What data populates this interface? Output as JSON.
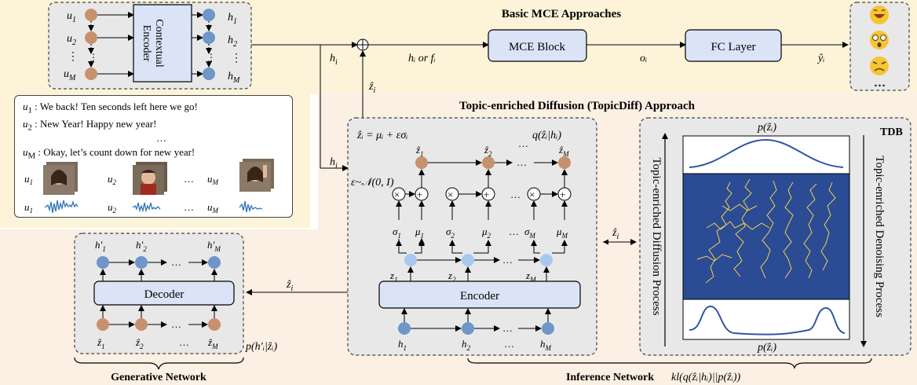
{
  "titles": {
    "basic": "Basic MCE Approaches",
    "topicdiff": "Topic-enriched Diffusion (TopicDiff) Approach",
    "generative": "Generative Network",
    "inference": "Inference Network",
    "tdb": "TDB"
  },
  "blocks": {
    "contextual_encoder_line1": "Contextual",
    "contextual_encoder_line2": "Encoder",
    "mce": "MCE Block",
    "fc": "FC Layer",
    "encoder": "Encoder",
    "decoder": "Decoder"
  },
  "side_labels": {
    "diffusion": "Topic-enriched Diffusion Process",
    "denoising": "Topic-enriched Denoising Process"
  },
  "utterances": [
    {
      "speaker": "u",
      "sub": "1",
      "text": " : We back! Ten seconds left here we go!"
    },
    {
      "speaker": "u",
      "sub": "2",
      "text": " : New Year! Happy new year!"
    },
    {
      "speaker": "u",
      "sub": "M",
      "text": " : Okay, let’s count down for new year!"
    }
  ],
  "ellipsis": "…",
  "equations": {
    "reparam": "ẑᵢ = μᵢ + εσᵢ",
    "posterior": "q(ẑᵢ|hᵢ)",
    "noise": "ε~𝒩(0, I)",
    "prior_top": "p(ẑᵢ)",
    "prior_bottom": "p(ẑᵢ)",
    "likelihood": "p(h′ᵢ|ẑᵢ)",
    "kl": "kl(q(ẑᵢ|hᵢ)||p(ẑᵢ))",
    "hi_or_fi": "hᵢ or fᵢ",
    "oi": "oᵢ",
    "yhat": "ŷᵢ"
  },
  "colors": {
    "top_band": "#fdf3d9",
    "lower_band": "#fcefe4",
    "panel": "#e8e8e8",
    "block": "#dbe3f6",
    "node_brown": "#c8916e",
    "node_blue": "#6f95c9",
    "node_lightblue": "#a9c8ee",
    "tdb_dark": "#2b4b95",
    "curve": "#2f55a4",
    "noise_line": "#f0d34a"
  },
  "emotions": [
    "joy-emoji-icon",
    "surprise-emoji-icon",
    "anger-emoji-icon"
  ]
}
